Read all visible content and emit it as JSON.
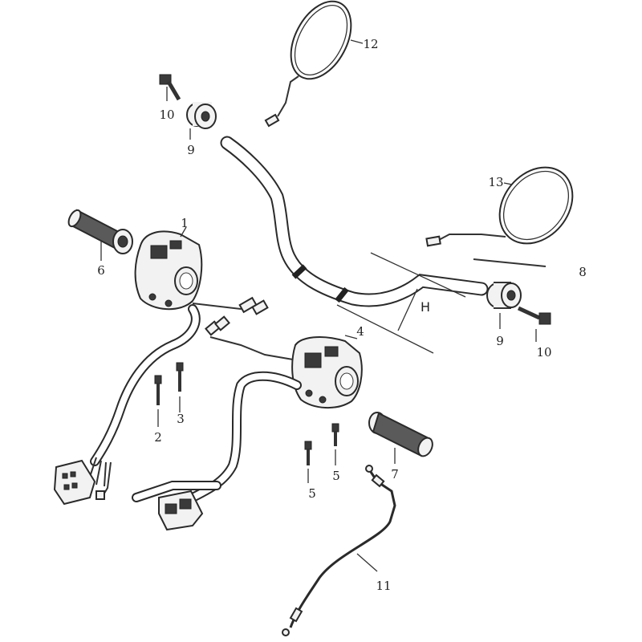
{
  "labels": {
    "l1": "1",
    "l2": "2",
    "l3": "3",
    "l4": "4",
    "l5a": "5",
    "l5b": "5",
    "l6": "6",
    "l7": "7",
    "l8": "8",
    "l9a": "9",
    "l9b": "9",
    "l10a": "10",
    "l10b": "10",
    "l11": "11",
    "l12": "12",
    "l13": "13",
    "lH": "H"
  }
}
